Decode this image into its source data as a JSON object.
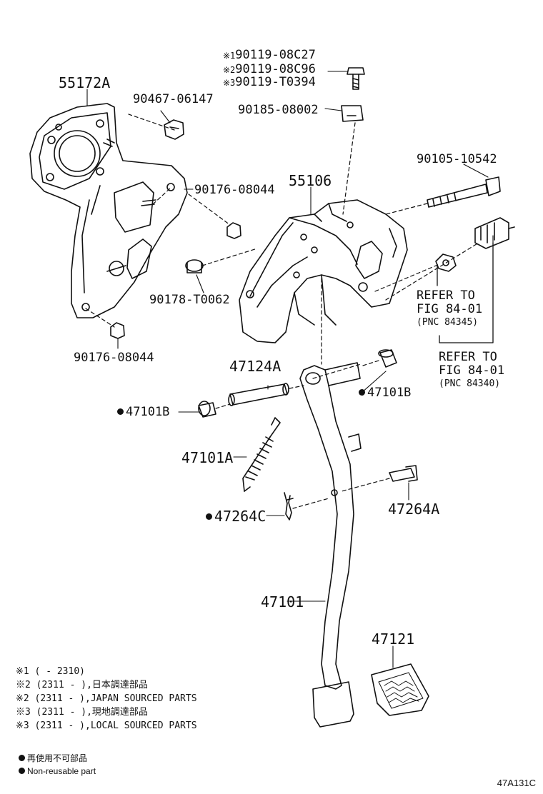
{
  "parts": {
    "p55172A": "55172A",
    "p90467": "90467-06147",
    "bolt1": "90119-08C27",
    "bolt2": "90119-08C96",
    "bolt3": "90119-T0394",
    "bolt1_mark": "※1",
    "bolt2_mark": "※2",
    "bolt3_mark": "※3",
    "p90185": "90185-08002",
    "p90105": "90105-10542",
    "p55106": "55106",
    "p90176a": "90176-08044",
    "p90178": "90178-T0062",
    "p90176b": "90176-08044",
    "refer1_line1": "REFER TO",
    "refer1_line2": "FIG 84-01",
    "refer1_line3": "(PNC 84345)",
    "refer2_line1": "REFER TO",
    "refer2_line2": "FIG 84-01",
    "refer2_line3": "(PNC 84340)",
    "p47124A": "47124A",
    "p47101B_right": "47101B",
    "p47101B_left": "47101B",
    "p47101A": "47101A",
    "p47264C": "47264C",
    "p47264A": "47264A",
    "p47101": "47101",
    "p47121": "47121"
  },
  "notes": [
    "※1 (      - 2310)",
    "※2 (2311 -      ),日本調達部品",
    "※2 (2311 -      ),JAPAN SOURCED PARTS",
    "※3 (2311 -      ),現地調達部品",
    "※3 (2311 -      ),LOCAL SOURCED PARTS"
  ],
  "legend": {
    "jp": "再使用不可部品",
    "en": "Non-reusable part"
  },
  "figure_code": "47A131C"
}
